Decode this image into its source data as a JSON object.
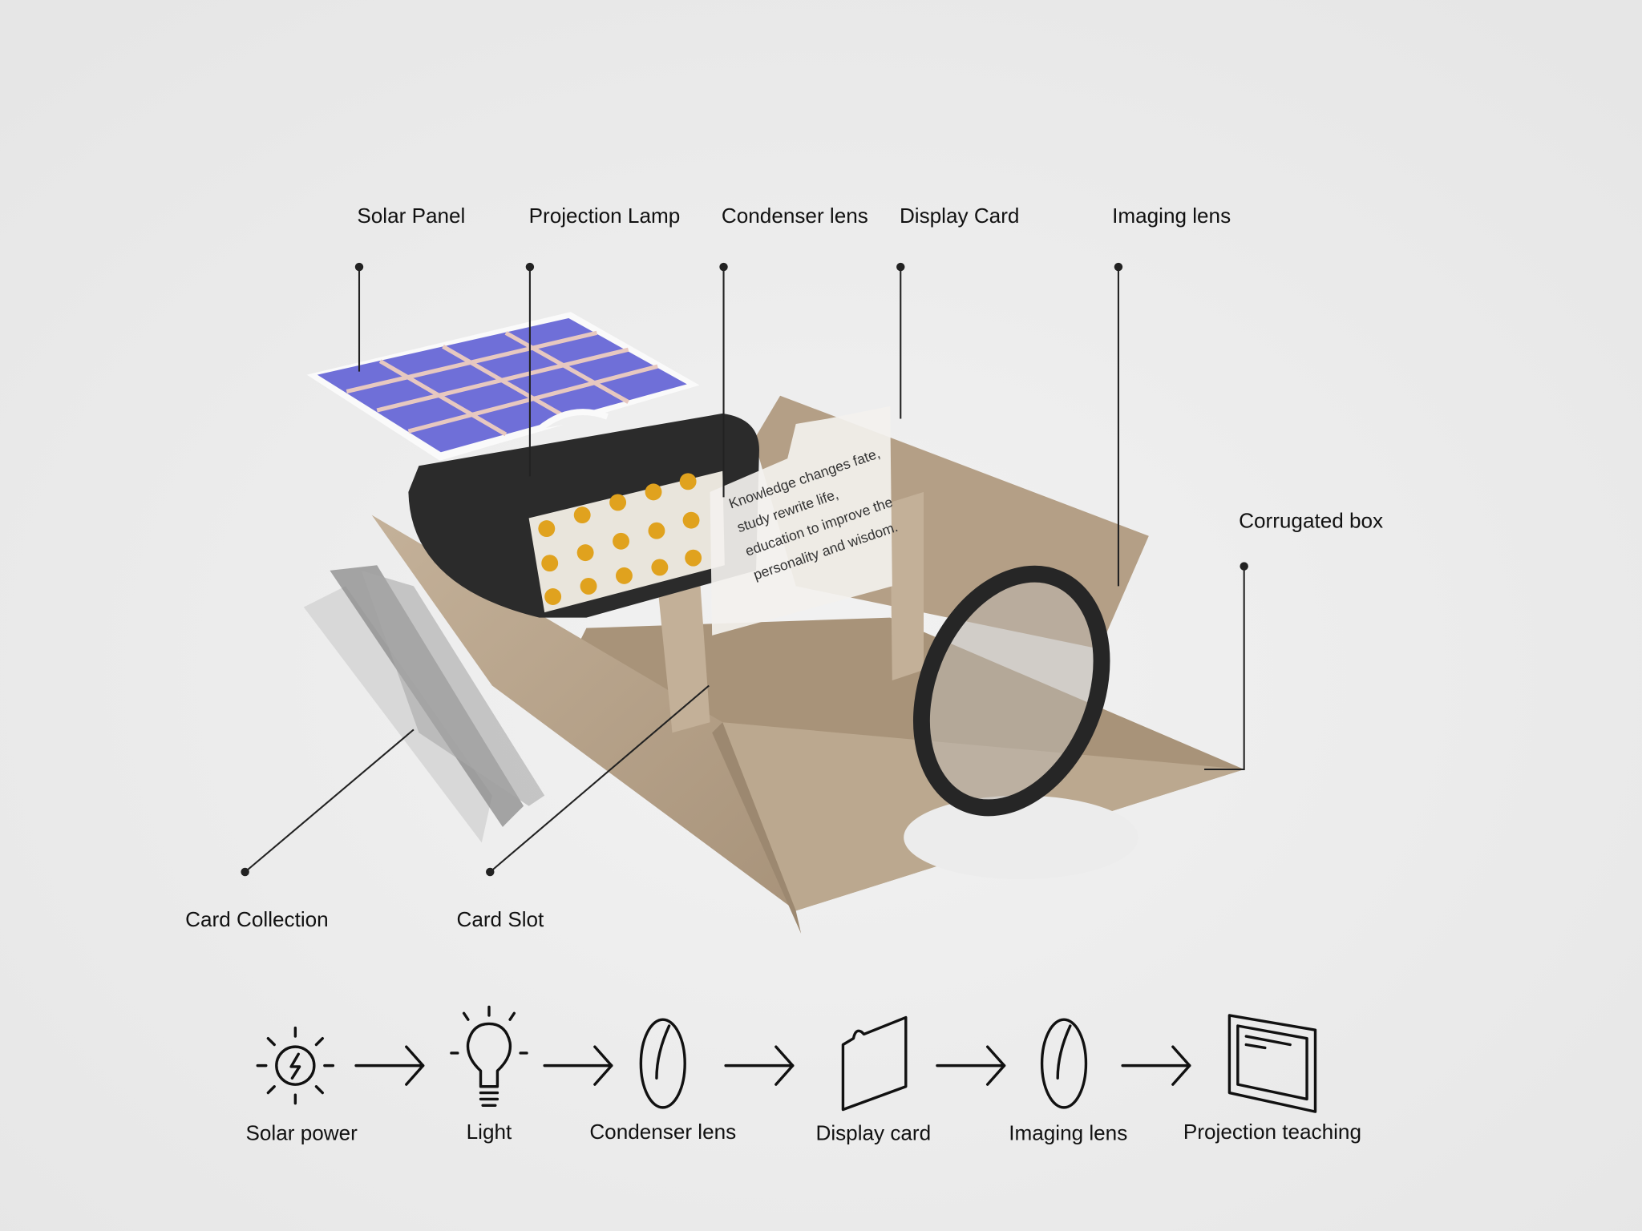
{
  "labels": {
    "solar_panel": "Solar Panel",
    "projection_lamp": "Projection Lamp",
    "condenser_lens": "Condenser lens",
    "display_card": "Display Card",
    "imaging_lens": "Imaging lens",
    "corrugated_box": "Corrugated box",
    "card_collection": "Card Collection",
    "card_slot": "Card Slot"
  },
  "card_text": [
    "Knowledge changes fate,",
    "study rewrite life,",
    "education to improve the",
    "personality and wisdom."
  ],
  "flow": [
    {
      "icon": "sun-bolt-icon",
      "label": "Solar power"
    },
    {
      "icon": "light-bulb-icon",
      "label": "Light"
    },
    {
      "icon": "lens-icon",
      "label": "Condenser lens"
    },
    {
      "icon": "card-icon",
      "label": "Display card"
    },
    {
      "icon": "lens-icon",
      "label": "Imaging lens"
    },
    {
      "icon": "screen-icon",
      "label": "Projection teaching"
    }
  ],
  "colors": {
    "background": "#efefef",
    "cardboard": "#b9a58d",
    "solar_cell": "#6f6fd8",
    "lamp": "#2b2b2b",
    "lamp_dot": "#e0a21e"
  }
}
